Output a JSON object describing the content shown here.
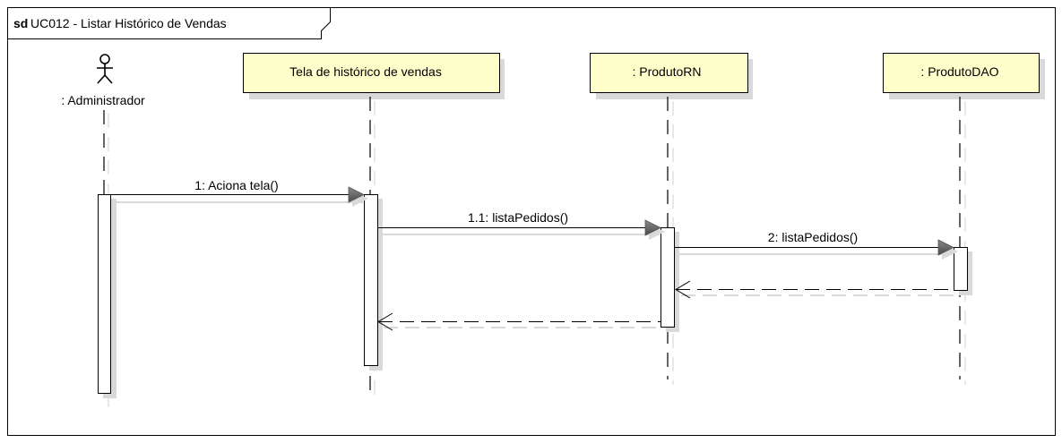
{
  "frame": {
    "keyword": "sd",
    "title": "UC012 - Listar Histórico de Vendas"
  },
  "actor": {
    "label": ": Administrador",
    "icon": "stick-figure-icon"
  },
  "participants": [
    {
      "label": "Tela de histórico de vendas"
    },
    {
      "label": ": ProdutoRN"
    },
    {
      "label": ": ProdutoDAO"
    }
  ],
  "messages": [
    {
      "label": "1: Aciona tela()",
      "kind": "synchronous"
    },
    {
      "label": "1.1: listaPedidos()",
      "kind": "synchronous"
    },
    {
      "label": "2: listaPedidos()",
      "kind": "synchronous"
    },
    {
      "label": "",
      "kind": "return"
    },
    {
      "label": "",
      "kind": "return"
    }
  ],
  "colors": {
    "participant_fill": "#ffffcc",
    "border": "#000000",
    "shadow": "#d9d9d9",
    "arrowhead": "#6b6b6b"
  }
}
